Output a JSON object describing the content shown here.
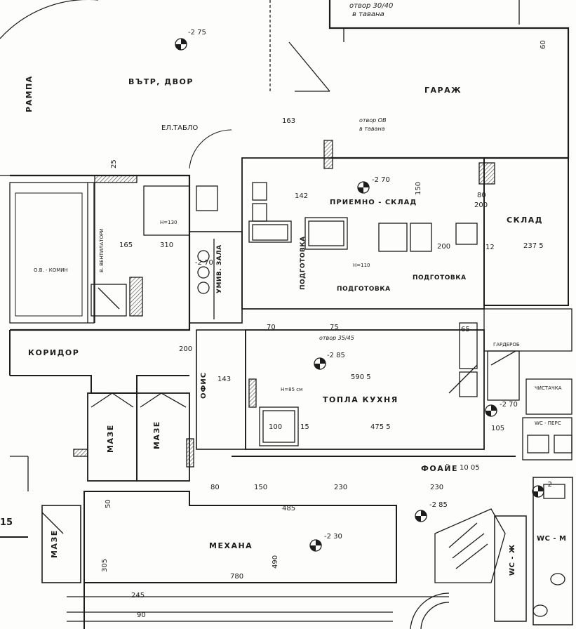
{
  "rooms": {
    "rampa": "РАМПА",
    "vatr_dvor": "ВЪТР, ДВОР",
    "garazh": "ГАРАЖ",
    "priemno_sklad": "ПРИЕМНО - СКЛАД",
    "sklad": "СКЛАД",
    "koridor": "КОРИДОР",
    "podgotovka_1": "ПОДГОТОВКА",
    "podgotovka_2": "ПОДГОТОВКА",
    "podgotovka_3": "ПОДГОТОВКА",
    "umiv_zala": "УМИВ. ЗАЛА",
    "ofis": "ОФИС",
    "topla_kuhnya": "ТОПЛА КУХНЯ",
    "maze_1": "МАЗЕ",
    "maze_2": "МАЗЕ",
    "maze_3": "МАЗЕ",
    "mehana": "МЕХАНА",
    "foaie": "ФОАЙЕ",
    "garderob": "ГАРДЕРОБ",
    "chistachka": "ЧИСТАЧКА",
    "wc_pers": "WC - ПЕРС",
    "wc_zh": "WC - Ж",
    "wc_m": "WC - М",
    "ov_komin": "О.В. - КОМИН",
    "vent": "В. ВЕНТИЛАТОРИ"
  },
  "notes": {
    "el_tablo": "ЕЛ.ТАБЛО",
    "otvor_30_40": "отвор 30/40",
    "v_tavana_1": "в тавана",
    "otvor_ov": "отвор ОВ",
    "v_tavana_2": "в тавана",
    "otvor_35_45": "отвор 35/45",
    "h130": "Н=130",
    "h110": "Н=110",
    "h85": "Н=85 см"
  },
  "levels": {
    "l1": "-2 75",
    "l2": "-2 70",
    "l3": "-2 85",
    "l4": "-2 70",
    "l5": "-2 85",
    "l6": "-2 30",
    "l7": "-2 70",
    "l8": "-2"
  },
  "dims": {
    "d163": "163",
    "d142": "142",
    "d150": "150",
    "d237": "237 5",
    "d165": "165",
    "d310": "310",
    "d590": "590 5",
    "d475": "475 5",
    "d485": "485",
    "d780": "780",
    "d230a": "230",
    "d230b": "230",
    "d150b": "150",
    "d80": "80",
    "d305": "305",
    "d245": "245",
    "d90": "90",
    "d105": "105",
    "d65": "65",
    "d200": "200",
    "d12": "12",
    "d490": "490",
    "d143": "143",
    "d80b": "80",
    "d200b": "200",
    "d100": "100",
    "d200c": "200",
    "d60": "60",
    "d50": "50",
    "d25": "25",
    "d70": "70",
    "d75": "75",
    "d1005": "10 05",
    "d15": "15"
  },
  "edge": {
    "section_mark": "15"
  },
  "colors": {
    "line": "#1c1c1c",
    "paper": "#fdfdfb",
    "hatch": "#444444"
  }
}
